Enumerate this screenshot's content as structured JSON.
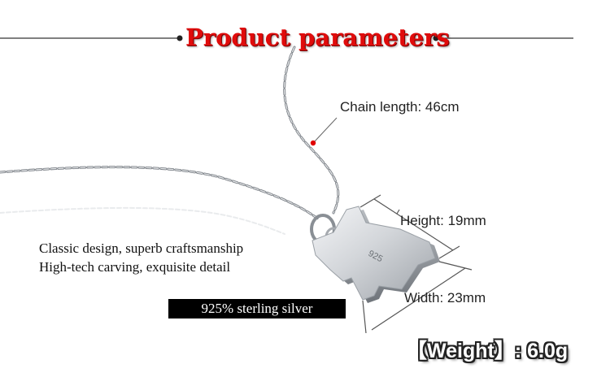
{
  "header": {
    "title": "Product parameters"
  },
  "specs": {
    "chain_length": "Chain length: 46cm",
    "height": "Height:  19mm",
    "width": "Width:  23mm",
    "weight": "【Weight】: 6.0g"
  },
  "description": {
    "line1": "Classic design, superb craftsmanship",
    "line2": "High-tech carving, exquisite detail"
  },
  "material_badge": "925% sterling silver",
  "pendant_stamp": "925",
  "colors": {
    "title": "#e00c0c",
    "marker_dot": "#e00000",
    "badge_bg": "#000000",
    "silver": "#c9cdd2"
  }
}
